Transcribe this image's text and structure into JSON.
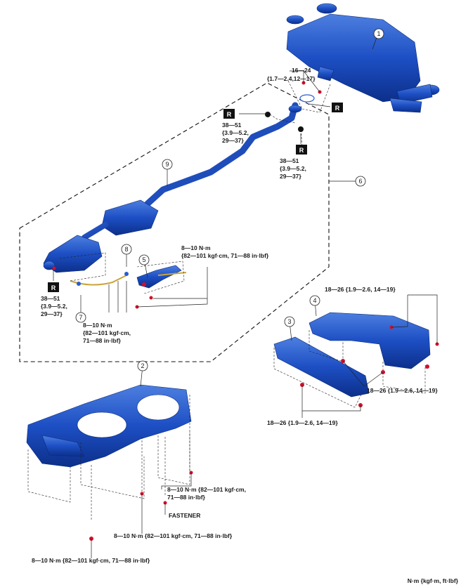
{
  "callouts": {
    "c1": "1",
    "c2": "2",
    "c3": "3",
    "c4": "4",
    "c5": "5",
    "c6": "6",
    "c7": "7",
    "c8": "8",
    "c9": "9"
  },
  "replace_mark": "R",
  "torques": {
    "t_16_24_a": "16—24",
    "t_16_24_b": "{1.7—2.4,12—17}",
    "t_38_51_top_a": "38—51",
    "t_38_51_top_b": "{3.9—5.2,",
    "t_38_51_top_c": "29—37}",
    "t_38_51_mid_a": "38—51",
    "t_38_51_mid_b": "{3.9—5.2,",
    "t_38_51_mid_c": "29—37}",
    "t_38_51_low_a": "38—51",
    "t_38_51_low_b": "{3.9—5.2,",
    "t_38_51_low_c": "29—37}",
    "t_8_10_a_1": "8—10 N·m",
    "t_8_10_a_2": "{82—101 kgf·cm, 71—88 in·lbf}",
    "t_8_10_b_1": "8—10 N·m",
    "t_8_10_b_2": "{82—101 kgf·cm,",
    "t_8_10_b_3": "71—88 in·lbf}",
    "t_18_26_a": "18—26 {1.9—2.6, 14—19}",
    "t_18_26_b": "18—26 {1.9—2.6, 14—19}",
    "t_18_26_c": "18—26 {1.9—2.6, 14—19}",
    "t_8_10_c_1": "8—10 N·m {82—101 kgf·cm,",
    "t_8_10_c_2": "71—88 in·lbf}",
    "t_8_10_d": "8—10 N·m {82—101 kgf·cm, 71—88 in·lbf}",
    "t_8_10_e": "8—10 N·m {82—101 kgf·cm, 71—88 in·lbf}"
  },
  "fastener_label": "FASTENER",
  "units_label": "N·m {kgf·m, ft·lbf}"
}
